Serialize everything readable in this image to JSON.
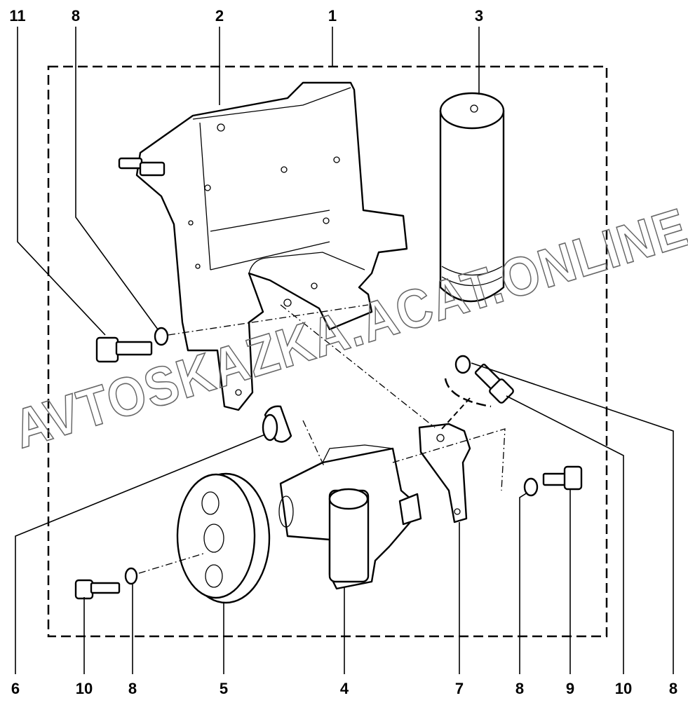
{
  "diagram": {
    "watermark": "AVTOSKAZKA.ACAT.ONLINE",
    "callouts_top": [
      "11",
      "8",
      "2",
      "1",
      "3"
    ],
    "callouts_bottom": [
      "6",
      "10",
      "8",
      "5",
      "4",
      "7",
      "8",
      "9",
      "10",
      "8"
    ]
  }
}
